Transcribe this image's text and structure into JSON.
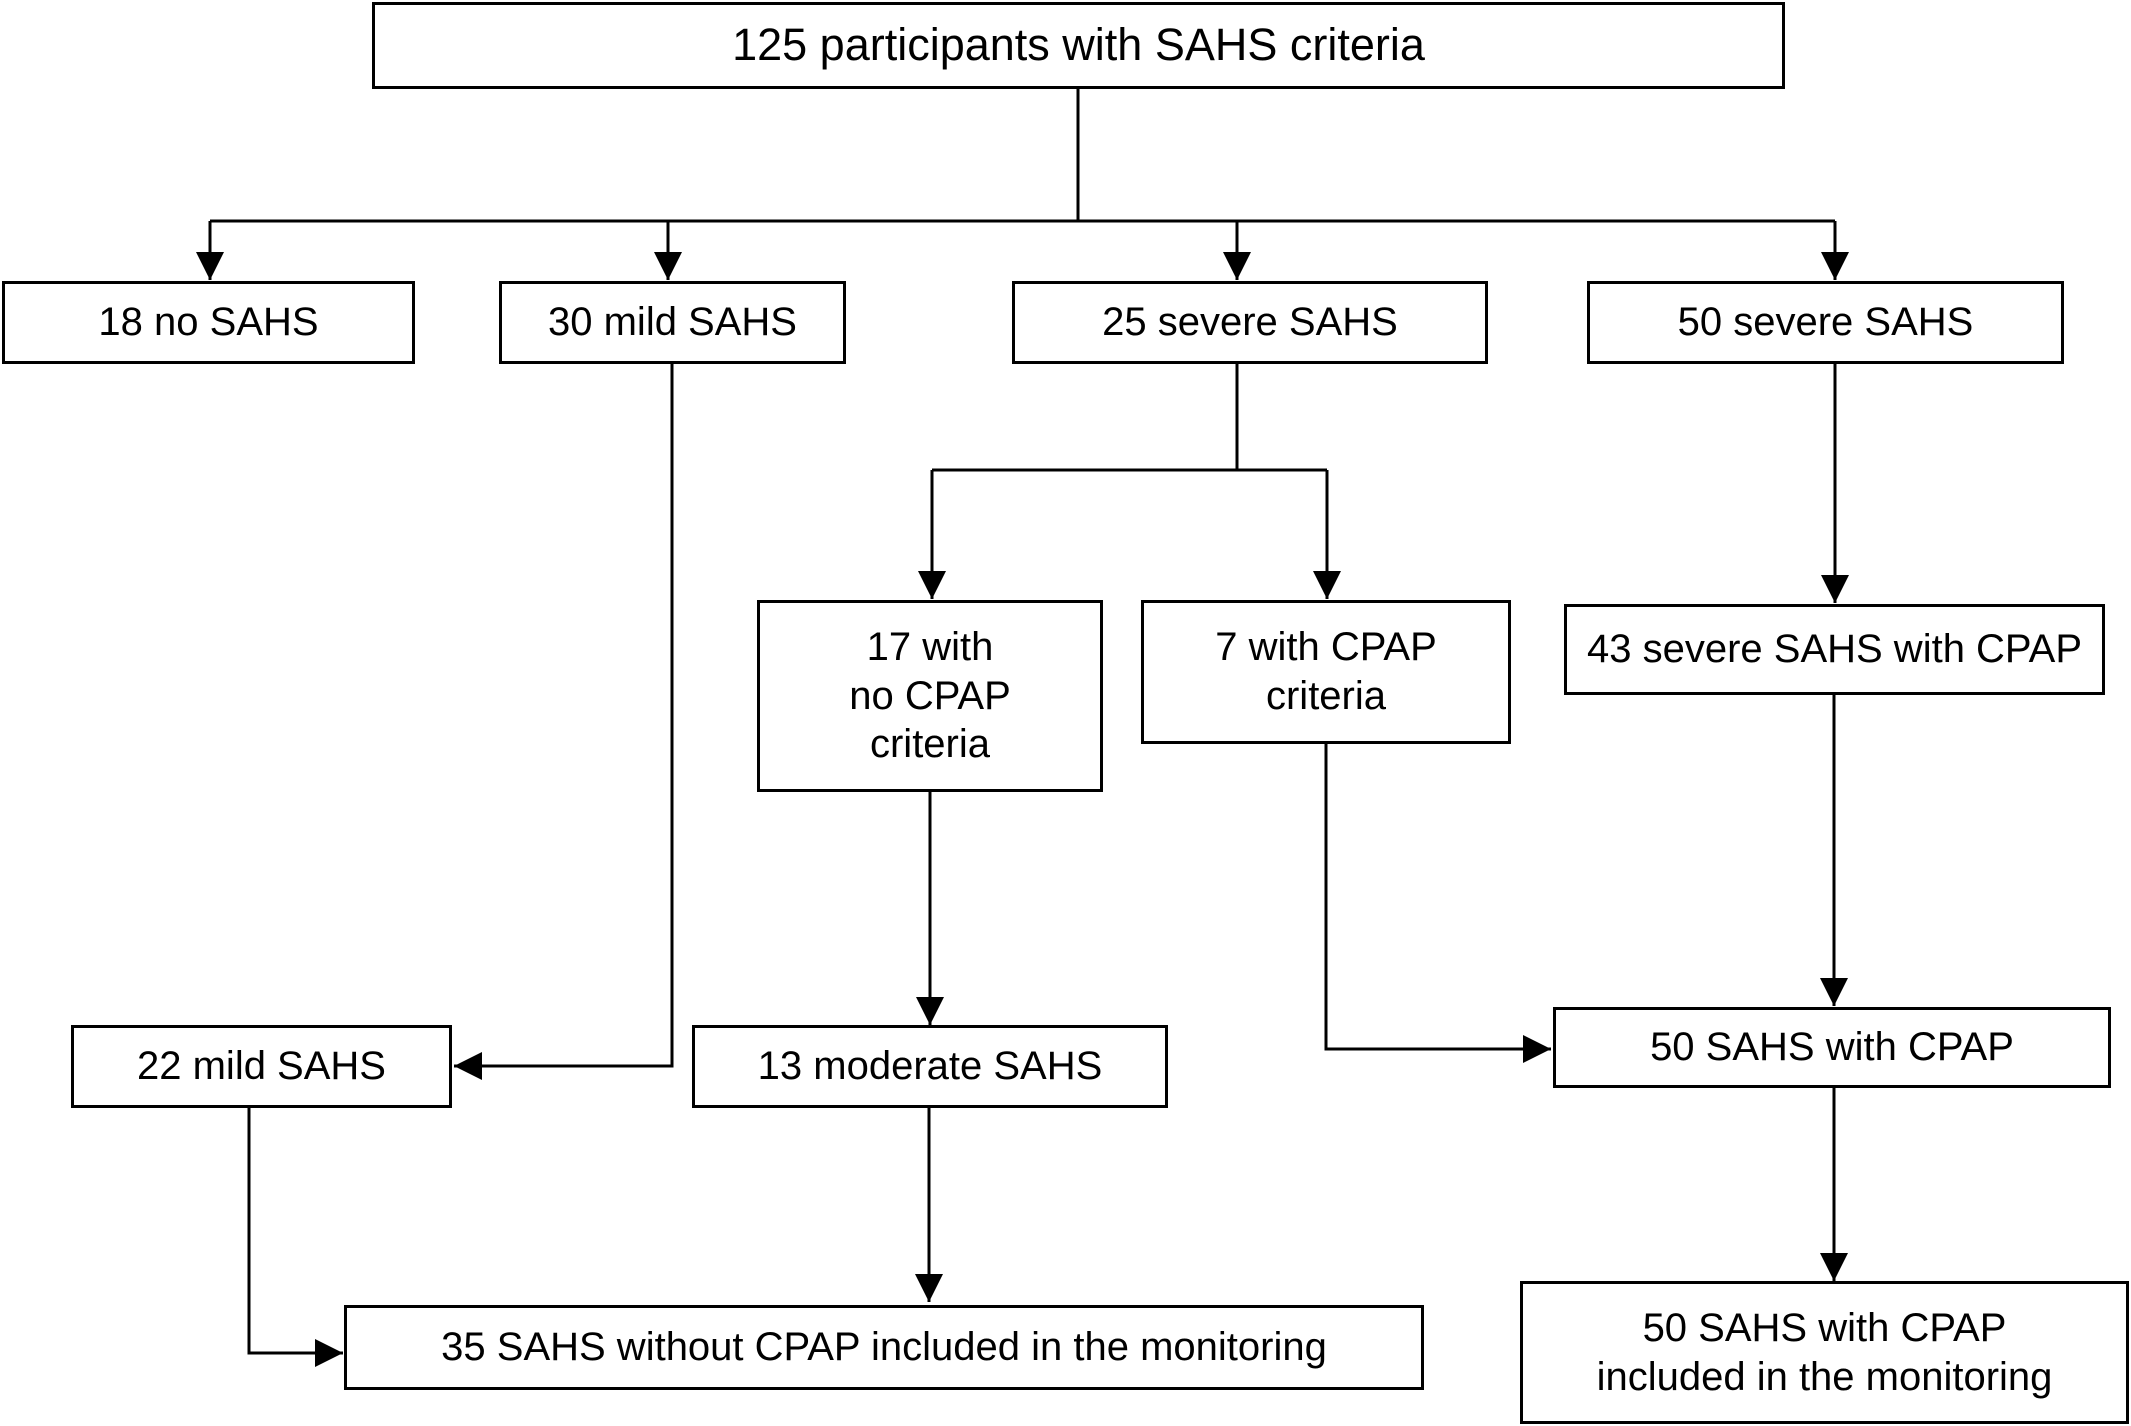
{
  "colors": {
    "stroke": "#000000",
    "background": "#ffffff"
  },
  "nodes": {
    "root": "125 participants with SAHS criteria",
    "no_sahs": "18 no SAHS",
    "mild_30": "30 mild SAHS",
    "severe_25": "25 severe SAHS",
    "severe_50": "50 severe SAHS",
    "no_cpap_17": "17 with\nno CPAP\ncriteria",
    "cpap_7": "7 with CPAP\ncriteria",
    "severe_cpap_43": "43 severe SAHS with CPAP",
    "mild_22": "22 mild SAHS",
    "moderate_13": "13 moderate SAHS",
    "cpap_50": "50 SAHS with CPAP",
    "without_cpap_35": "35 SAHS without CPAP included in the monitoring",
    "with_cpap_monitoring_50": "50 SAHS with CPAP\nincluded in the monitoring"
  }
}
